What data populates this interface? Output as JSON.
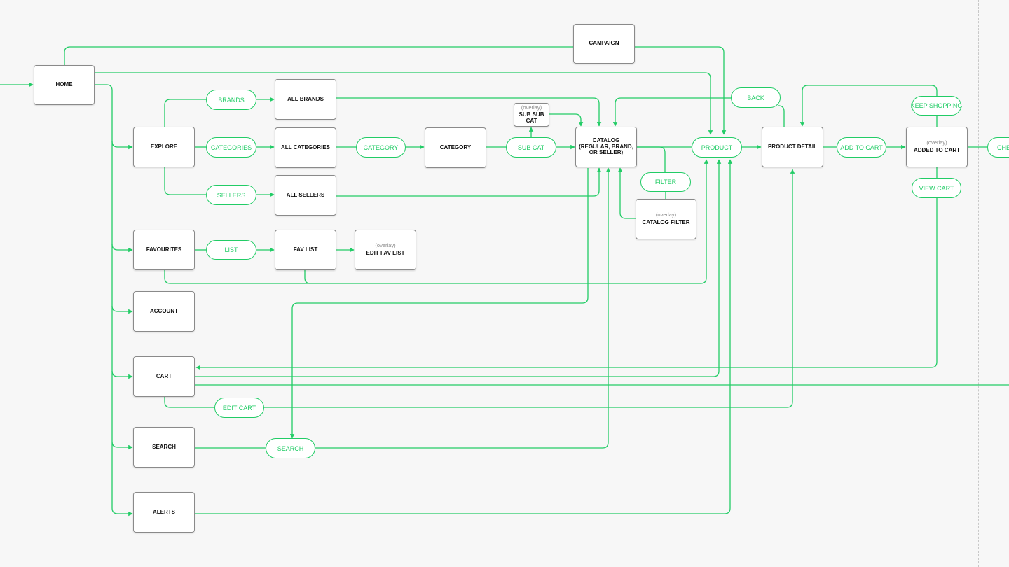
{
  "colors": {
    "accent": "#22cc66",
    "node_border": "#8a8a8a",
    "background": "#f7f7f7"
  },
  "nodes": {
    "home": "HOME",
    "campaign": "CAMPAIGN",
    "explore": "EXPLORE",
    "all_brands": "ALL BRANDS",
    "all_categories": "ALL CATEGORIES",
    "all_sellers": "ALL SELLERS",
    "category": "CATEGORY",
    "sub_sub_cat": {
      "tag": "(overlay)",
      "label": "SUB SUB CAT"
    },
    "catalog": "CATALOG (REGULAR, BRAND, OR SELLER)",
    "catalog_filter": {
      "tag": "(overlay)",
      "label": "CATALOG FILTER"
    },
    "product_detail": "PRODUCT DETAIL",
    "added_to_cart": {
      "tag": "(overlay)",
      "label": "ADDED TO CART"
    },
    "favourites": "FAVOURITES",
    "fav_list": "FAV LIST",
    "edit_fav_list": {
      "tag": "(overlay)",
      "label": "EDIT FAV LIST"
    },
    "account": "ACCOUNT",
    "cart": "CART",
    "search": "SEARCH",
    "alerts": "ALERTS"
  },
  "actions": {
    "brands": "BRANDS",
    "categories": "CATEGORIES",
    "sellers": "SELLERS",
    "category": "CATEGORY",
    "sub_cat": "SUB CAT",
    "filter": "FILTER",
    "product": "PRODUCT",
    "back": "BACK",
    "add_to_cart": "ADD TO CART",
    "keep_shopping": "KEEP SHOPPING",
    "view_cart": "VIEW CART",
    "checkout_partial": "CHEC",
    "list": "LIST",
    "edit_cart": "EDIT CART",
    "search": "SEARCH"
  }
}
